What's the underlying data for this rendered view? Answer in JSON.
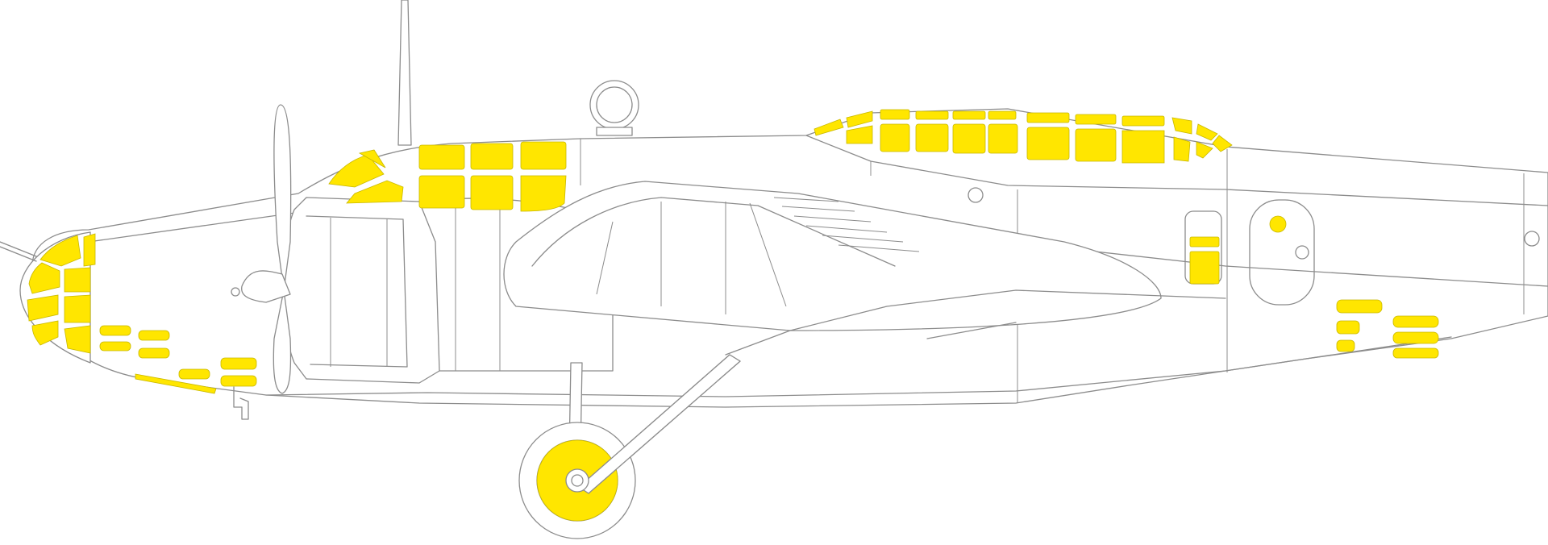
{
  "drawing": {
    "subject": "aircraft-side-profile",
    "line_color": "#8c8c8c",
    "mask_color": "#ffe600",
    "background": "#ffffff"
  },
  "mask_groups": [
    {
      "id": "nose-glazing",
      "icon": "nose-glazing-masks"
    },
    {
      "id": "cockpit-canopy",
      "icon": "cockpit-canopy-masks"
    },
    {
      "id": "rear-canopy",
      "icon": "rear-canopy-masks"
    },
    {
      "id": "nose-side-windows",
      "icon": "nose-side-window-masks"
    },
    {
      "id": "mid-fuselage-windows",
      "icon": "fuselage-side-window-masks"
    },
    {
      "id": "rear-fuselage-windows",
      "icon": "rear-fuselage-window-masks"
    },
    {
      "id": "wheel-hub",
      "icon": "wheel-hub-mask"
    }
  ]
}
